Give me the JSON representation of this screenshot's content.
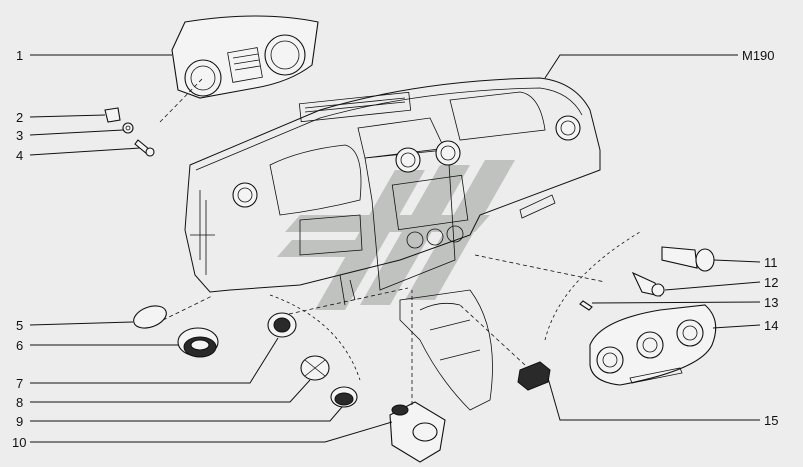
{
  "diagram": {
    "code": "M190",
    "callouts": [
      {
        "id": "1"
      },
      {
        "id": "2"
      },
      {
        "id": "3"
      },
      {
        "id": "4"
      },
      {
        "id": "5"
      },
      {
        "id": "6"
      },
      {
        "id": "7"
      },
      {
        "id": "8"
      },
      {
        "id": "9"
      },
      {
        "id": "10"
      },
      {
        "id": "11"
      },
      {
        "id": "12"
      },
      {
        "id": "13"
      },
      {
        "id": "14"
      },
      {
        "id": "15"
      }
    ]
  },
  "colors": {
    "background": "#ededed",
    "line": "#111111",
    "watermark": "#9ba09b"
  },
  "icons": [
    "watermark-logo"
  ]
}
